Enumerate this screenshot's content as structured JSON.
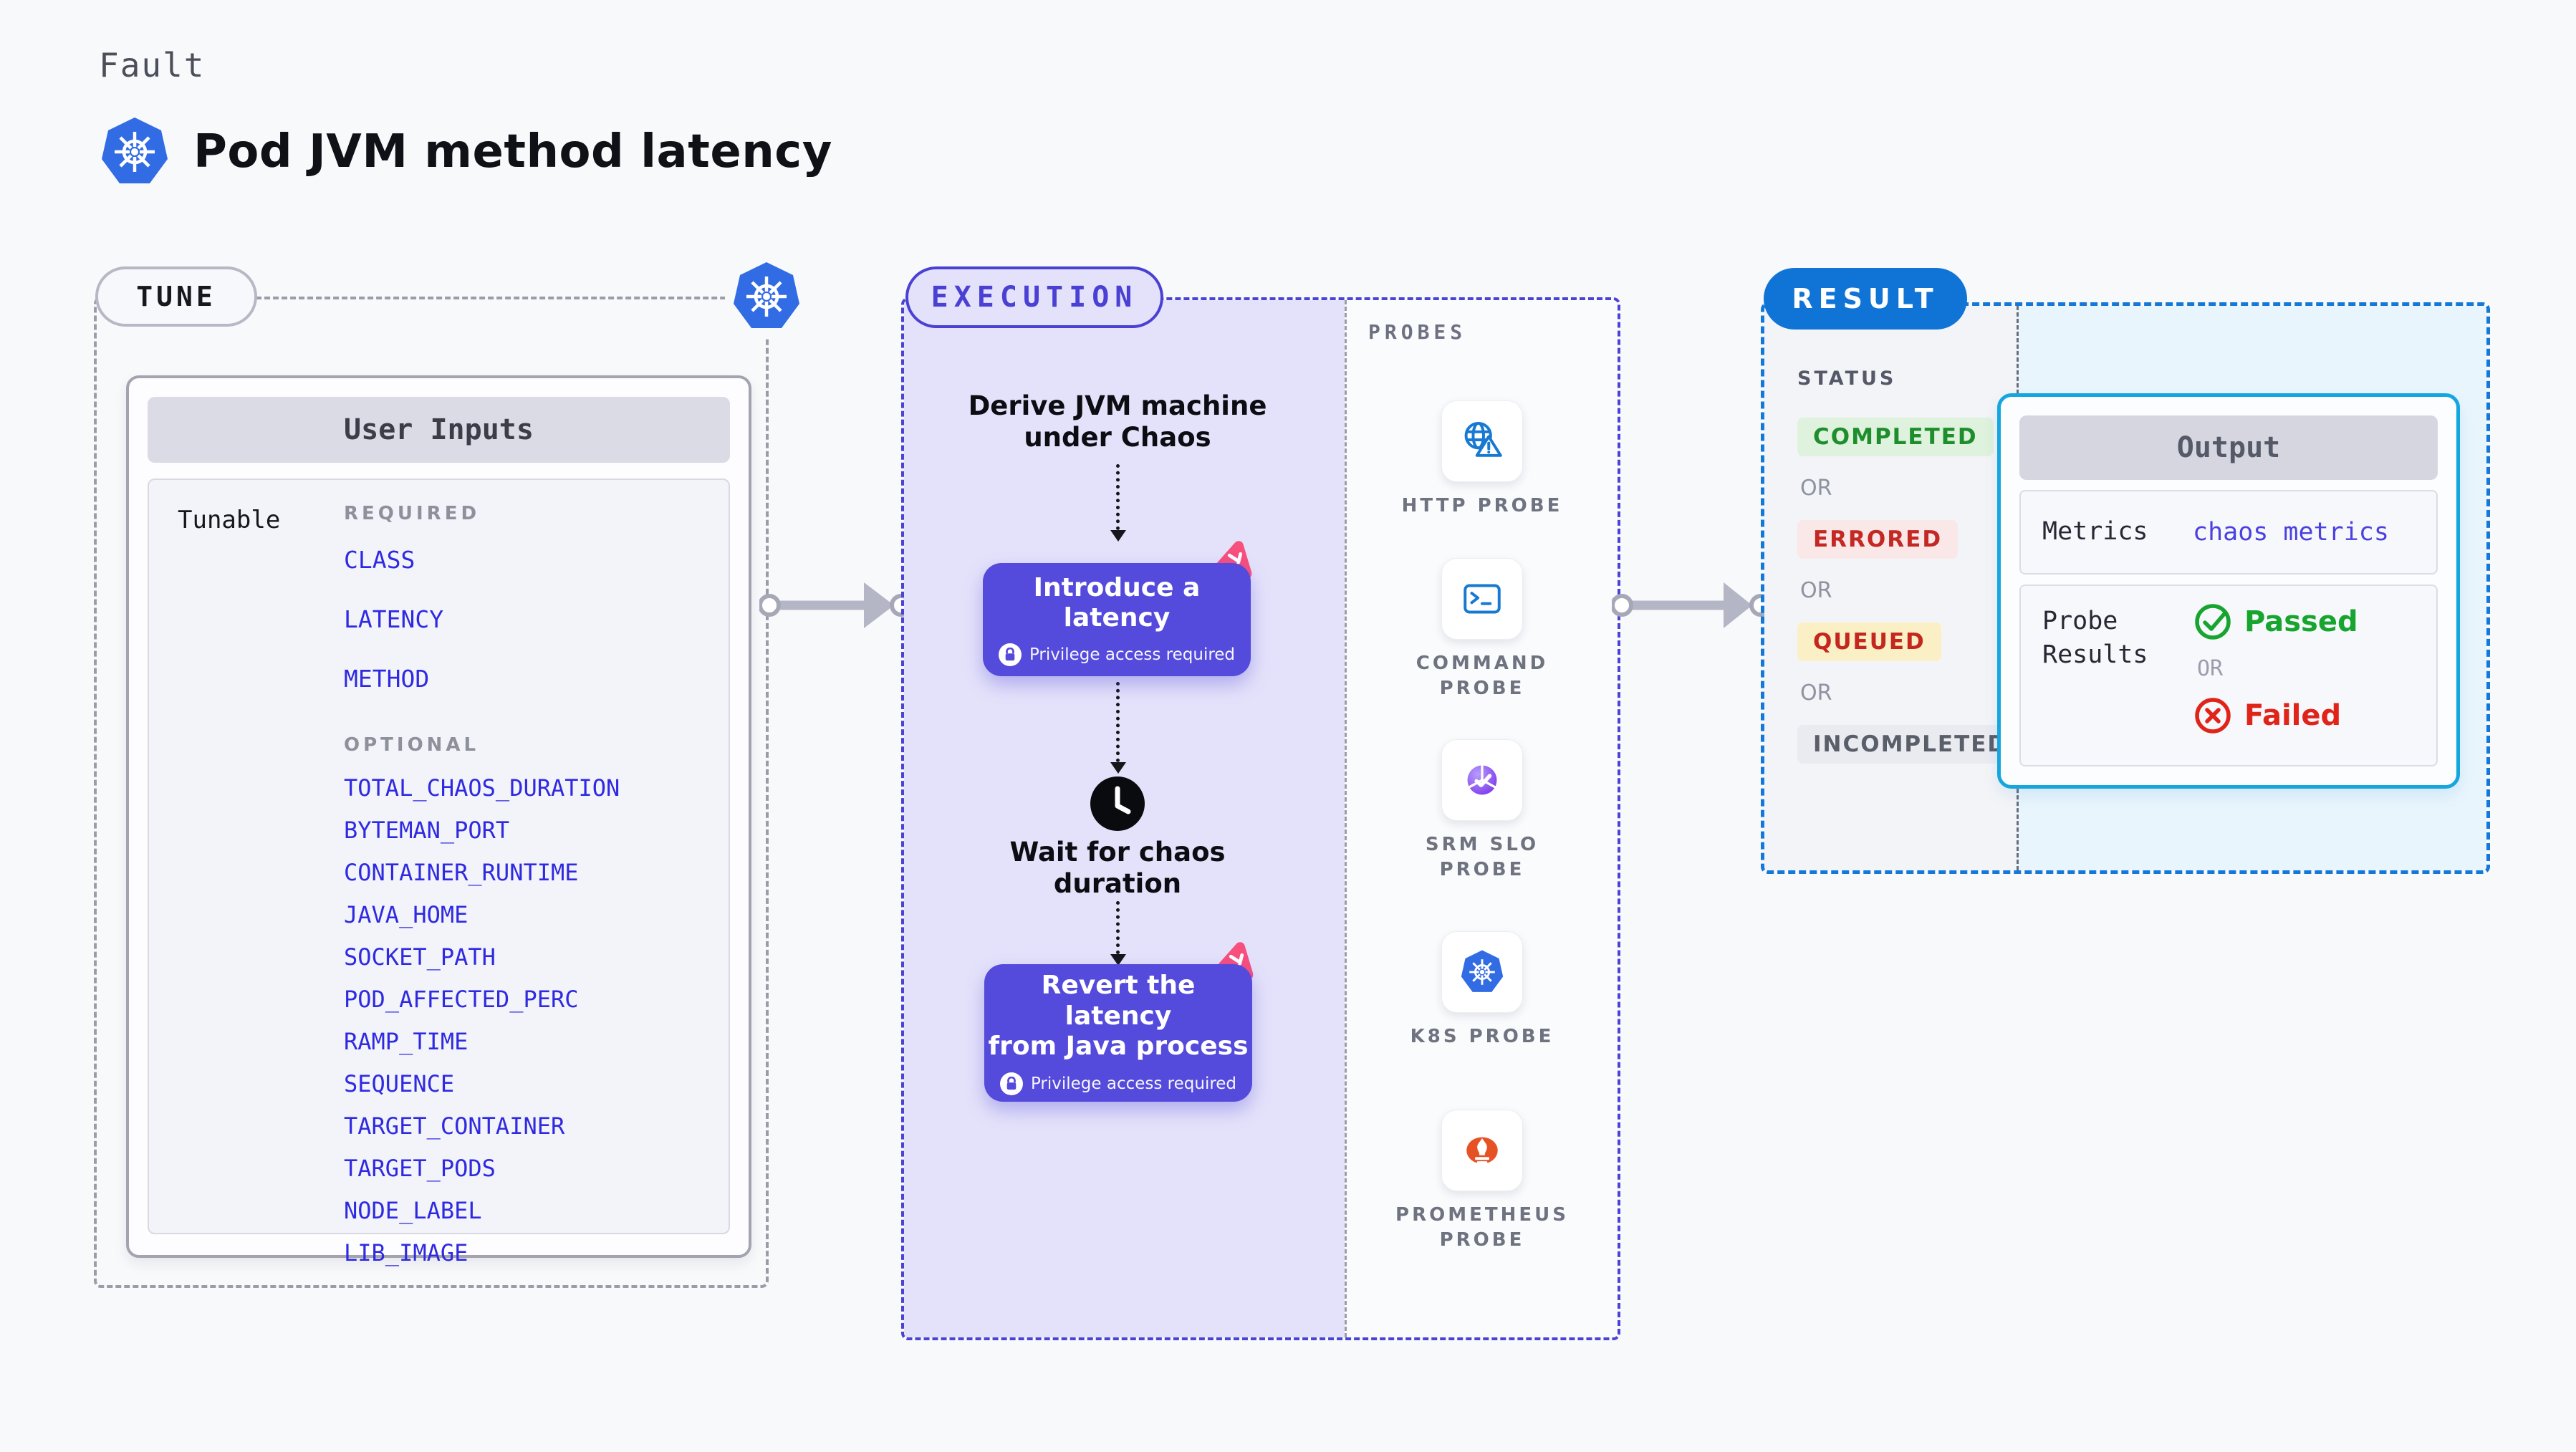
{
  "header": {
    "kicker": "Fault",
    "title": "Pod JVM method latency",
    "icon": "kubernetes-logo"
  },
  "tune": {
    "label": "TUNE",
    "card_title": "User Inputs",
    "row_label": "Tunable",
    "required_label": "REQUIRED",
    "required": [
      "CLASS",
      "LATENCY",
      "METHOD"
    ],
    "optional_label": "OPTIONAL",
    "optional": [
      "TOTAL_CHAOS_DURATION",
      "BYTEMAN_PORT",
      "CONTAINER_RUNTIME",
      "JAVA_HOME",
      "SOCKET_PATH",
      "POD_AFFECTED_PERC",
      "RAMP_TIME",
      "SEQUENCE",
      "TARGET_CONTAINER",
      "TARGET_PODS",
      "NODE_LABEL",
      "LIB_IMAGE"
    ]
  },
  "execution": {
    "label": "EXECUTION",
    "derive_text": "Derive JVM machine\nunder Chaos",
    "introduce_title": "Introduce a latency",
    "wait_text": "Wait for chaos\nduration",
    "revert_title": "Revert the latency\nfrom Java process",
    "privilege_note": "Privilege access required"
  },
  "probes": {
    "label": "PROBES",
    "items": [
      {
        "label": "HTTP PROBE",
        "icon": "globe-warning-icon"
      },
      {
        "label": "COMMAND PROBE",
        "icon": "terminal-icon"
      },
      {
        "label": "SRM SLO PROBE",
        "icon": "slo-donut-check-icon"
      },
      {
        "label": "K8S PROBE",
        "icon": "kubernetes-icon"
      },
      {
        "label": "PROMETHEUS PROBE",
        "icon": "prometheus-flame-icon"
      }
    ]
  },
  "result": {
    "label": "RESULT",
    "status_label": "STATUS",
    "or_label": "OR",
    "statuses": [
      {
        "text": "COMPLETED",
        "fg": "#1e8e2d",
        "bg": "#def2dd"
      },
      {
        "text": "ERRORED",
        "fg": "#c32823",
        "bg": "#fae8e8"
      },
      {
        "text": "QUEUED",
        "fg": "#c5261d",
        "bg": "#fbefc5"
      },
      {
        "text": "INCOMPLETED",
        "fg": "#5a5e69",
        "bg": "#eaebf1"
      }
    ],
    "output": {
      "title": "Output",
      "metrics_label": "Metrics",
      "metrics_value": "chaos metrics",
      "probe_results_label": "Probe\nResults",
      "passed_label": "Passed",
      "or_label": "OR",
      "failed_label": "Failed"
    }
  },
  "colors": {
    "accent_indigo": "#544adb",
    "execution_border": "#4c42d6",
    "result_border": "#1478d9",
    "result_pill": "#0f74d6",
    "output_border": "#16a6df",
    "passed_green": "#17a52f",
    "failed_red": "#e02419",
    "item_blue": "#2f2ae2",
    "kubernetes_blue": "#326ce5",
    "pink_chaos": "#f74f7e"
  }
}
